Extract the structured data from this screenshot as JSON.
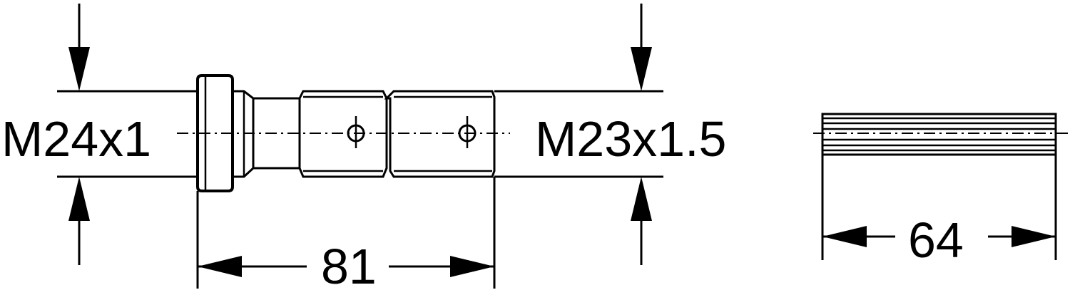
{
  "labels": {
    "left_thread": "M24x1",
    "right_thread": "M23x1.5",
    "spindle_length": "81",
    "spline_length": "64"
  },
  "colors": {
    "line": "#000000",
    "background": "#ffffff"
  }
}
